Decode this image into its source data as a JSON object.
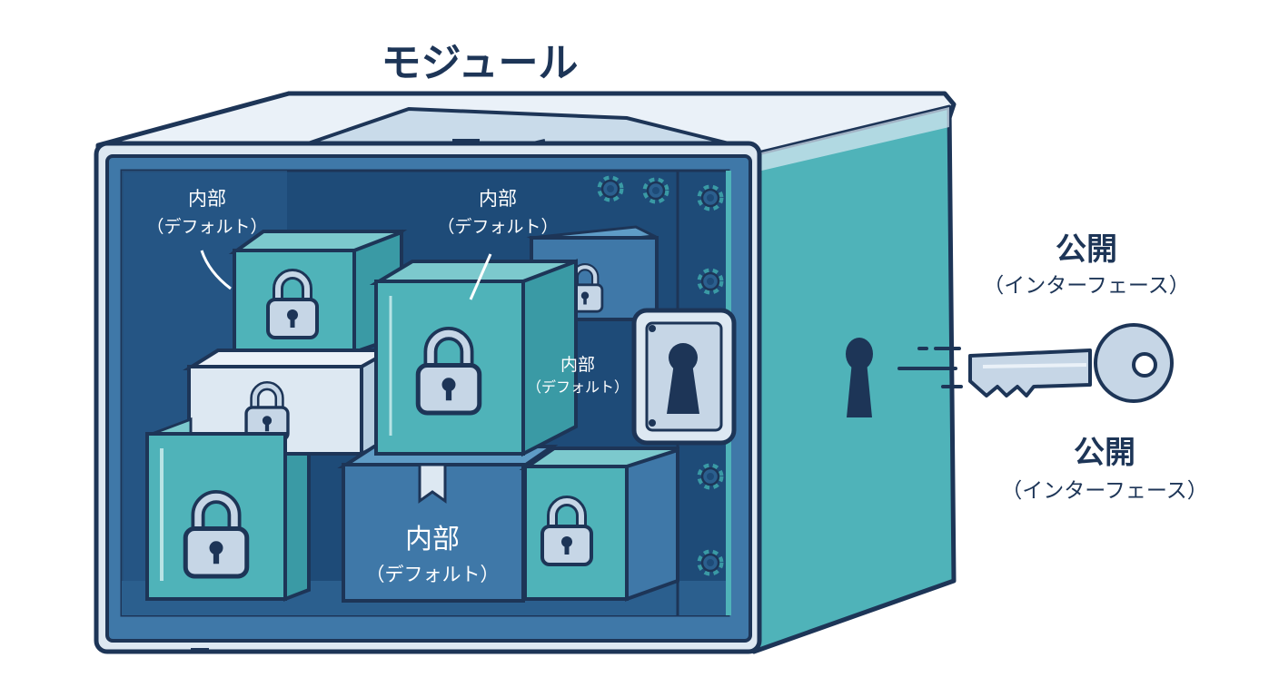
{
  "title": "モジュール",
  "internal_labels": [
    {
      "name": "内部",
      "sub": "（デフォルト）"
    },
    {
      "name": "内部",
      "sub": "（デフォルト）"
    },
    {
      "name": "内部",
      "sub": "（デフォルト）"
    },
    {
      "name": "内部",
      "sub": "（デフォルト）"
    }
  ],
  "public_labels": [
    {
      "name": "公開",
      "sub": "（インターフェース）"
    },
    {
      "name": "公開",
      "sub": "（インターフェース）"
    }
  ],
  "icons": [
    "padlock-icon",
    "keyhole-icon",
    "key-icon",
    "gear-icon"
  ],
  "colors": {
    "outline": "#1d3557",
    "teal": "#4fb3b9",
    "teal_dark": "#3a9aa5",
    "blue": "#3f78a8",
    "blue_dark": "#2b5f8e",
    "navy": "#1e4b78",
    "pale": "#dde8f2",
    "lock": "#c6d6e6"
  }
}
